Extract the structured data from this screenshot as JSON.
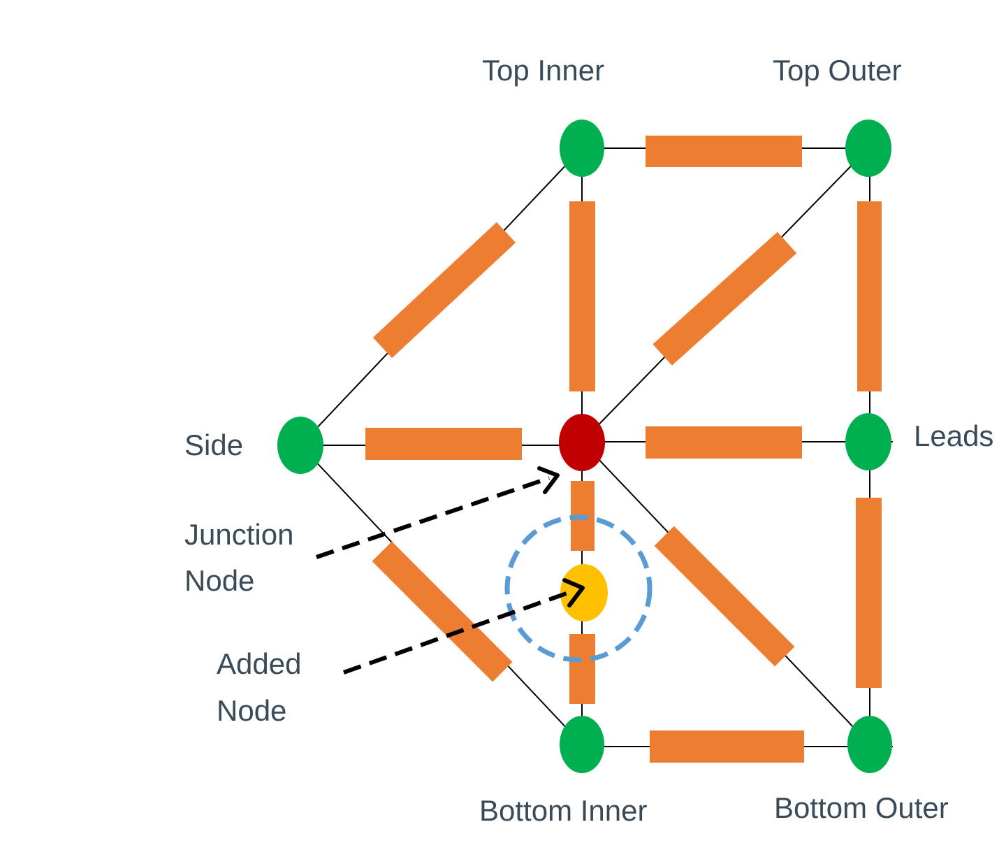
{
  "labels": {
    "top_inner": "Top Inner",
    "top_outer": "Top Outer",
    "side": "Side",
    "leads": "Leads",
    "junction_line1": "Junction",
    "junction_line2": "Node",
    "added_line1": "Added",
    "added_line2": "Node",
    "bottom_inner": "Bottom Inner",
    "bottom_outer": "Bottom Outer"
  },
  "colors": {
    "node": "#00b050",
    "junction_node": "#c00000",
    "added_node": "#ffc000",
    "resistor": "#ed7d31",
    "wire": "#000000",
    "highlight_ring": "#5b9bd5",
    "arrow": "#000000",
    "text": "#3a4a57"
  }
}
